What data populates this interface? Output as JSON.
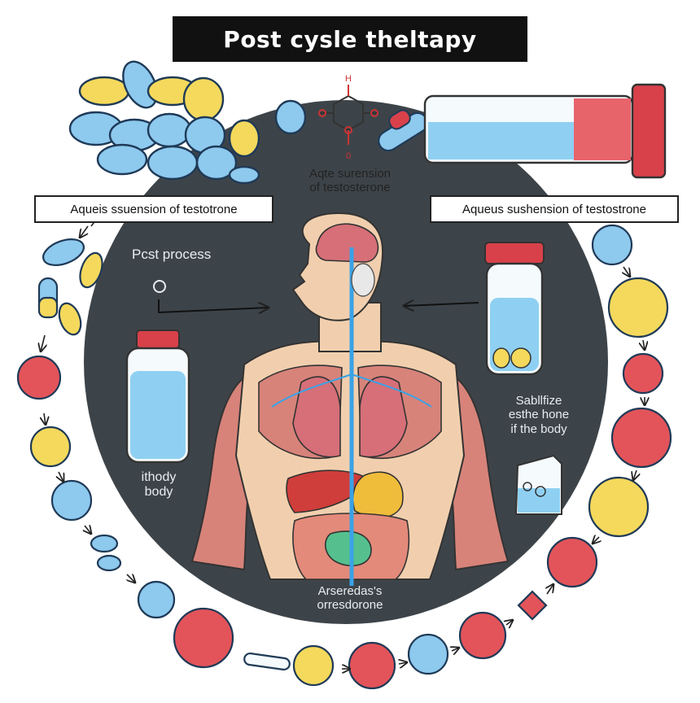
{
  "title": "Post cysle theltapy",
  "labels": {
    "center_top_line1": "Aqte surension",
    "center_top_line2": "of testosterone",
    "left_box": "Aqueis ssuension of testotrone",
    "right_box": "Aqueus sushension of testostrone",
    "post_process": "Pcst process",
    "left_vial_line1": "ithody",
    "left_vial_line2": "body",
    "right_line1": "Sabllfize",
    "right_line2": "esthe hone",
    "right_line3": "if the body",
    "bottom_line1": "Arseredas's",
    "bottom_line2": "orresdorone",
    "molecule_atom_top": "H",
    "molecule_atom_bottom": "0"
  },
  "colors": {
    "circle_bg": "#3d4449",
    "pill_blue": "#8ec9ee",
    "pill_yellow": "#f4d95c",
    "pill_red": "#e3545a",
    "vial_liquid": "#8fd0f2",
    "vial_cap": "#d9414a",
    "muscle": "#d7837a",
    "skin": "#f1cfae",
    "lung": "#d66f78",
    "liver": "#cf3e3a",
    "stomach": "#f0bd3b",
    "intestine_green": "#55c08e",
    "nerve_blue": "#3aa2e6"
  }
}
